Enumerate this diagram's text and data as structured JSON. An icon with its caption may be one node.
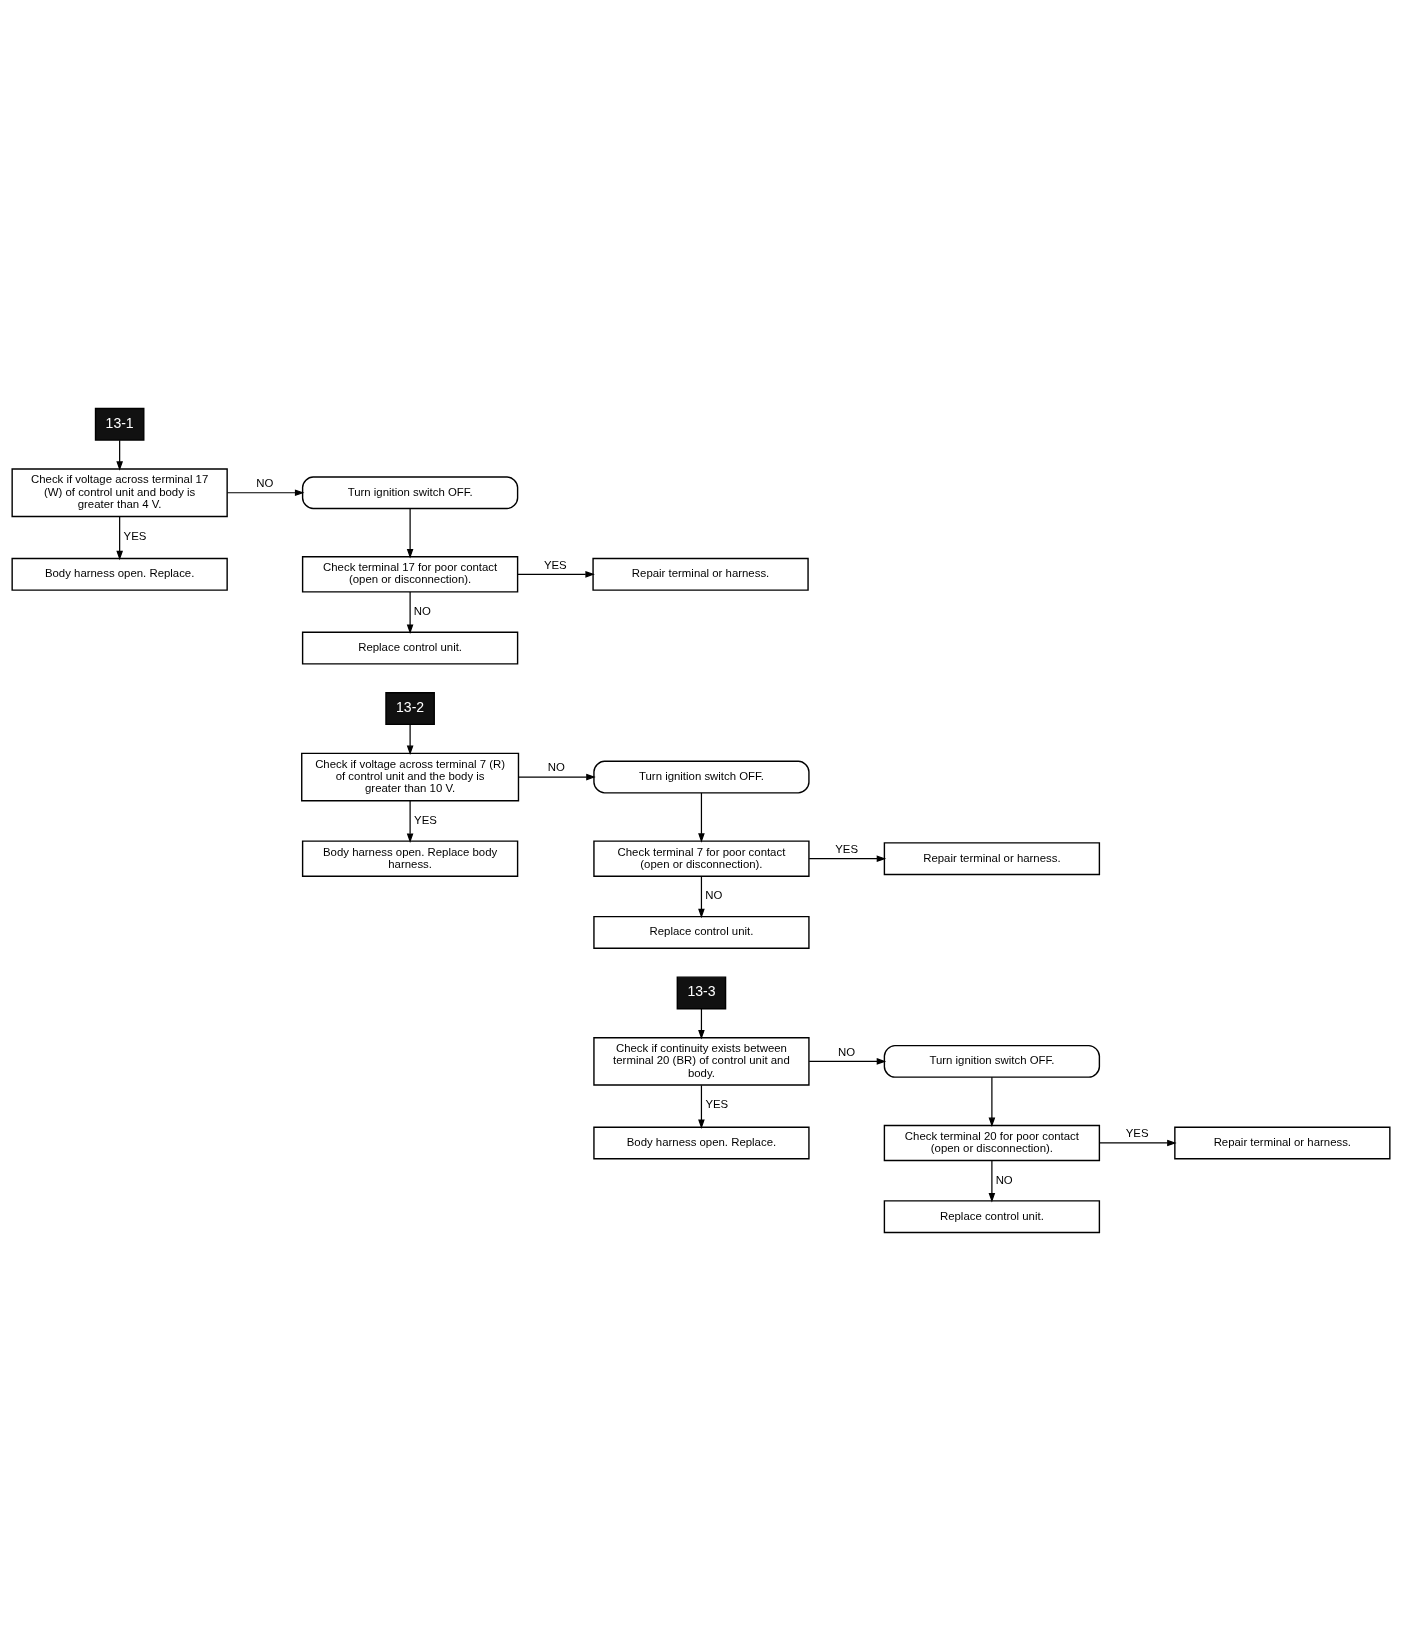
{
  "diagram": {
    "nodes": [
      {
        "text": [
          "13-1"
        ]
      },
      {
        "text": [
          "Check if voltage across terminal 17 (W) of control unit and body is greater than 4 V."
        ]
      },
      {
        "text": [
          "Turn ignition switch OFF."
        ]
      },
      {
        "text": [
          "Body harness open. Replace."
        ]
      },
      {
        "text": [
          "Check terminal 17 for poor contact (open or disconnection)."
        ]
      },
      {
        "text": [
          "Repair terminal or harness."
        ]
      },
      {
        "text": [
          "Replace control unit."
        ]
      },
      {
        "text": [
          "13-2"
        ]
      },
      {
        "text": [
          "Check if voltage across terminal 7 (R) of control unit and the body is greater than 10 V."
        ]
      },
      {
        "text": [
          "Turn ignition switch OFF."
        ]
      },
      {
        "text": [
          "Body harness open. Replace body harness."
        ]
      },
      {
        "text": [
          "Check terminal 7 for poor contact (open or disconnection)."
        ]
      },
      {
        "text": [
          "Repair terminal or harness."
        ]
      },
      {
        "text": [
          "Replace control unit."
        ]
      },
      {
        "text": [
          "13-3"
        ]
      },
      {
        "text": [
          "Check if continuity exists between terminal 20 (BR) of control unit and body."
        ]
      },
      {
        "text": [
          "Turn ignition switch OFF."
        ]
      },
      {
        "text": [
          "Body harness open. Replace."
        ]
      },
      {
        "text": [
          "Check terminal 20 for poor contact (open or disconnection)."
        ]
      },
      {
        "text": [
          "Repair terminal or harness."
        ]
      },
      {
        "text": [
          "Replace control unit."
        ]
      }
    ],
    "edges": [
      {
        "from": 0,
        "to": 1,
        "arrow": "to"
      },
      {
        "from": 1,
        "to": 2,
        "arrow": "to",
        "label": "NO"
      },
      {
        "from": 1,
        "to": 3,
        "arrow": "to",
        "label": "YES"
      },
      {
        "from": 2,
        "to": 4,
        "arrow": "to"
      },
      {
        "from": 4,
        "to": 5,
        "arrow": "to",
        "label": "YES"
      },
      {
        "from": 4,
        "to": 6,
        "arrow": "to",
        "label": "NO"
      },
      {
        "from": 7,
        "to": 8,
        "arrow": "to"
      },
      {
        "from": 8,
        "to": 9,
        "arrow": "to",
        "label": "NO"
      },
      {
        "from": 8,
        "to": 10,
        "arrow": "to",
        "label": "YES"
      },
      {
        "from": 9,
        "to": 11,
        "arrow": "to"
      },
      {
        "from": 11,
        "to": 12,
        "arrow": "to",
        "label": "YES"
      },
      {
        "from": 11,
        "to": 13,
        "arrow": "to",
        "label": "NO"
      },
      {
        "from": 14,
        "to": 15,
        "arrow": "to"
      },
      {
        "from": 15,
        "to": 16,
        "arrow": "to",
        "label": "NO"
      },
      {
        "from": 15,
        "to": 17,
        "arrow": "to",
        "label": "YES"
      },
      {
        "from": 16,
        "to": 18,
        "arrow": "to"
      },
      {
        "from": 18,
        "to": 19,
        "arrow": "to",
        "label": "YES"
      },
      {
        "from": 18,
        "to": 20,
        "arrow": "to",
        "label": "NO"
      }
    ]
  }
}
